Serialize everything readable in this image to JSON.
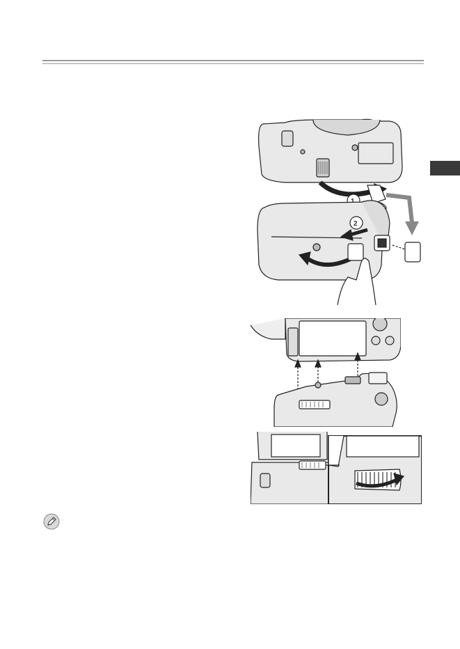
{
  "page": {
    "background": "#ffffff",
    "rule_color": "#9a9a9a",
    "tab_color": "#3a3a3a"
  },
  "figures": {
    "remove_covers": {
      "markers": [
        "1",
        "2"
      ],
      "icons": [
        "camera-bottom",
        "battery-grip",
        "terminal-cover",
        "hand"
      ]
    },
    "attach_grip": {
      "icons": [
        "camera-back",
        "battery-grip",
        "alignment-arrows"
      ]
    },
    "tighten_dial": {
      "icons": [
        "camera-with-grip",
        "mounting-dial-detail",
        "rotate-arrow"
      ]
    }
  },
  "note": {
    "icon": "pencil-note-icon"
  }
}
